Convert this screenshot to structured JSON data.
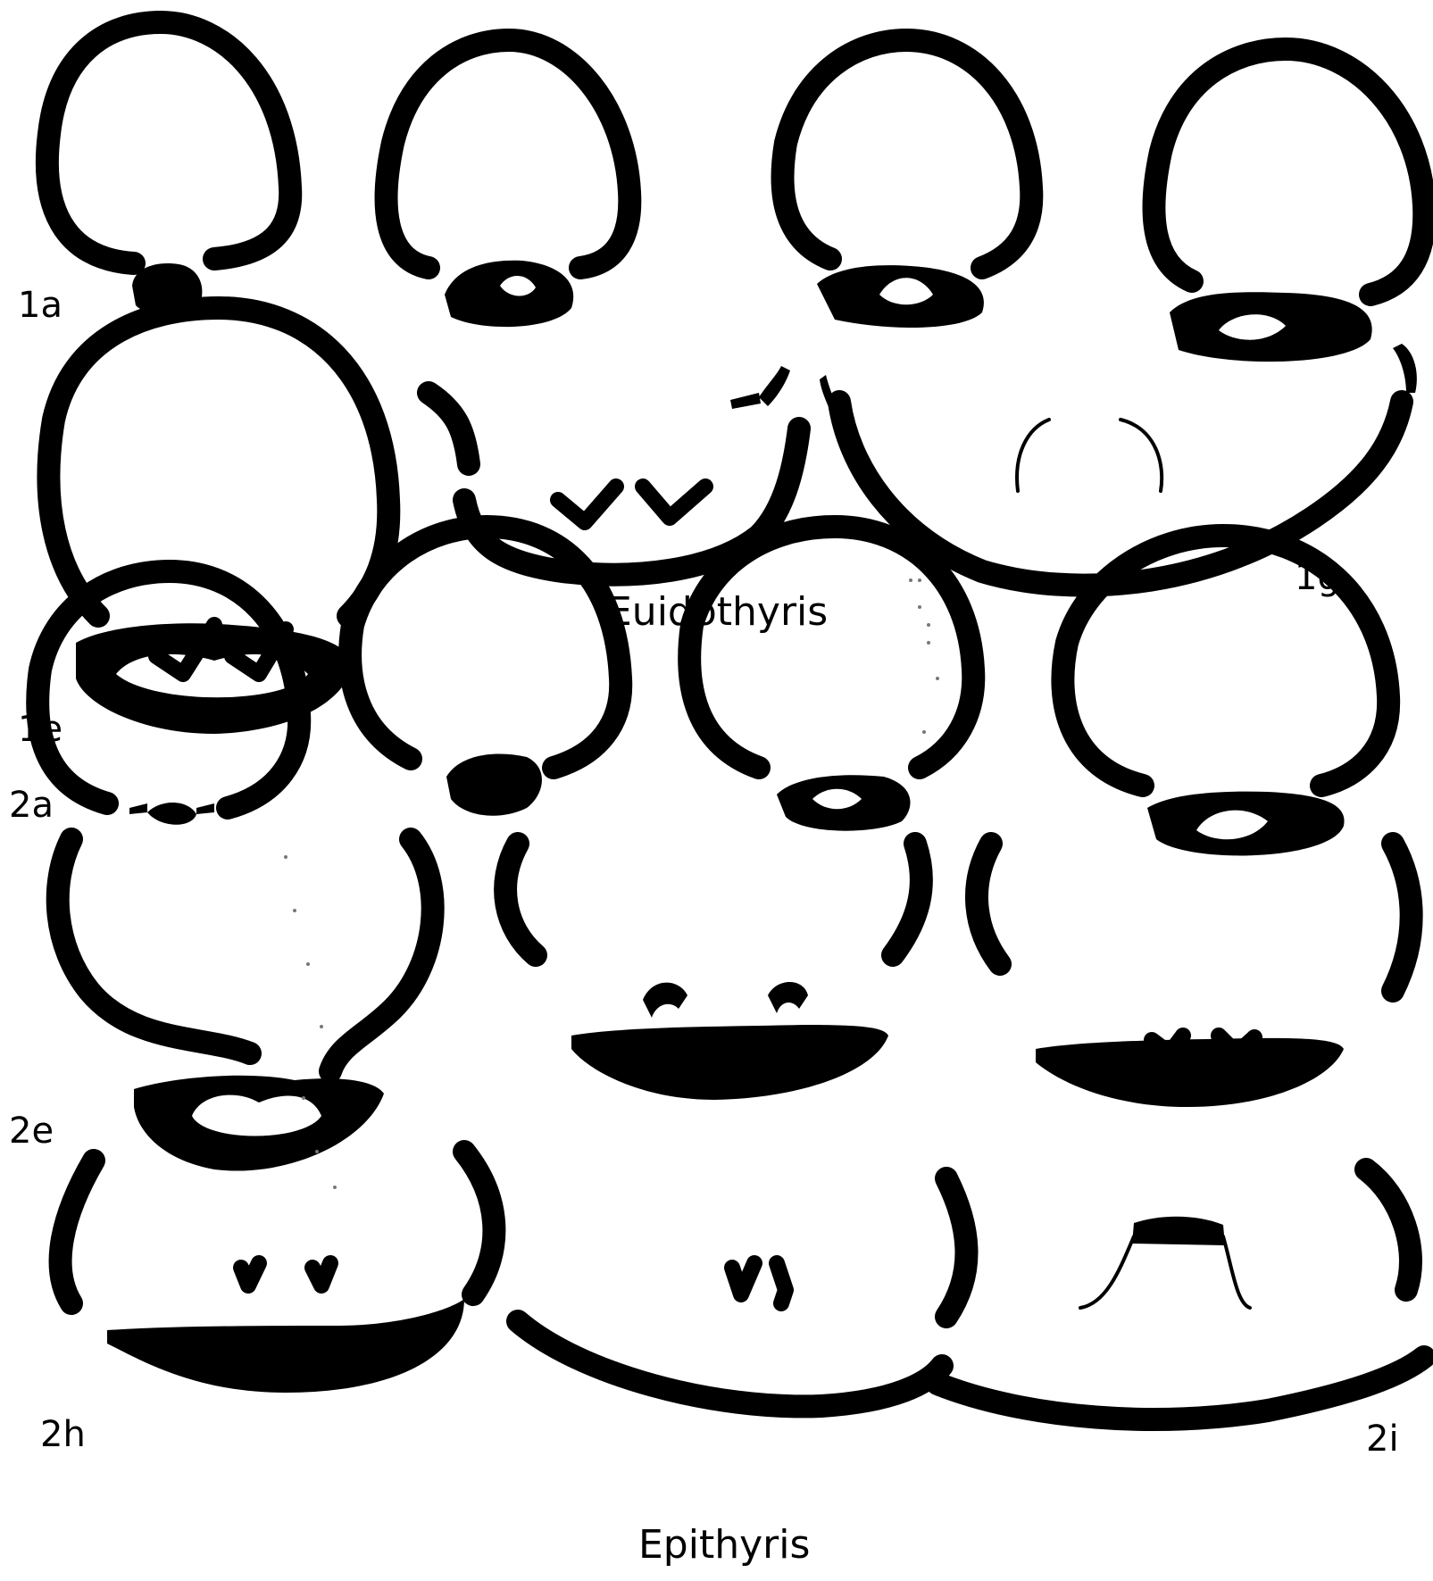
{
  "labels": {
    "fig_1a": "1a",
    "fig_1e": "1e",
    "fig_1g": "1g",
    "fig_2a": "2a",
    "fig_2e": "2e",
    "fig_2h": "2h",
    "fig_2i": "2i"
  },
  "genera": {
    "upper": "Euidothyris",
    "lower": "Epithyris"
  }
}
